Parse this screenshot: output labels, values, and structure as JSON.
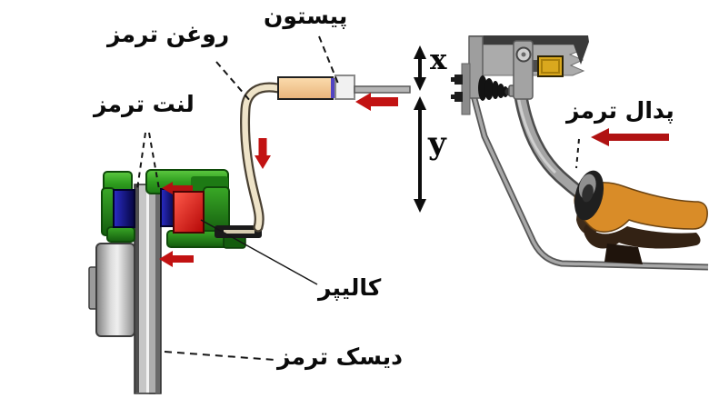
{
  "diagram": {
    "type": "automotive-brake-system-schematic",
    "labels": {
      "piston": "پیستون",
      "brake_fluid": "روغن ترمز",
      "brake_pads": "لنت ترمز",
      "caliper": "کالیپر",
      "brake_disc": "دیسک ترمز",
      "brake_pedal": "پدال ترمز"
    },
    "dimensions": {
      "x": "x",
      "y": "y"
    },
    "arrows": [
      {
        "name": "pushrod-force-arrow",
        "direction": "left",
        "color": "#c21212"
      },
      {
        "name": "fluid-flow-arrow",
        "direction": "down",
        "color": "#c21212"
      },
      {
        "name": "caliper-clamp-arrow-upper",
        "direction": "left",
        "color": "#b31111"
      },
      {
        "name": "caliper-clamp-arrow-lower",
        "direction": "left",
        "color": "#c21212"
      },
      {
        "name": "pedal-force-arrow",
        "direction": "left",
        "color": "#b01212"
      },
      {
        "name": "dimension-arrow-x",
        "direction": "vertical-double",
        "color": "#0d0d0d"
      },
      {
        "name": "dimension-arrow-y",
        "direction": "vertical-double",
        "color": "#0d0d0d"
      }
    ],
    "colors": {
      "background": "#ffffff",
      "caliper_green": "#2f9e1f",
      "pad_blue": "#1718a0",
      "caliper_piston_red": "#d51010",
      "fluid_peach": "#f6cf9f",
      "hose_beige": "#ece3c8",
      "arrow_red": "#c21212",
      "metal_gray": "#a6a6a6",
      "shoe_orange": "#d98c28",
      "text": "#0a0a0a"
    }
  }
}
